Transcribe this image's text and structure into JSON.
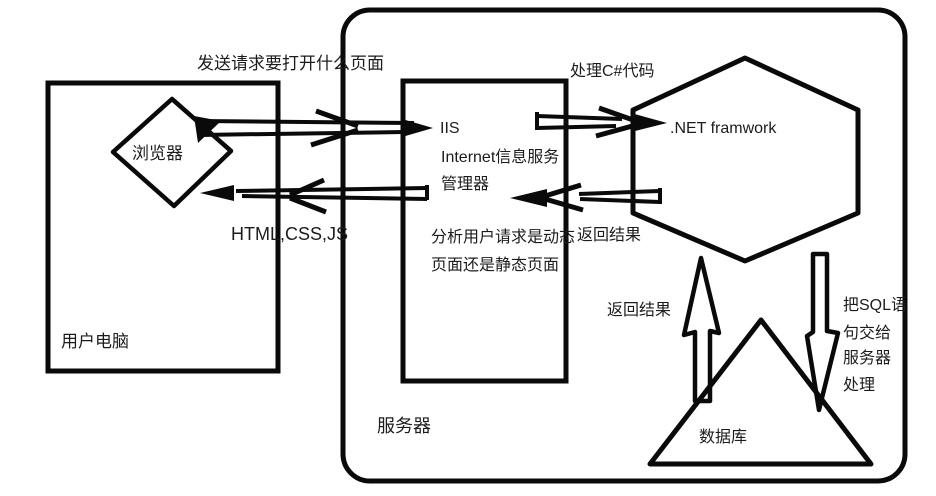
{
  "diagram": {
    "colors": {
      "line": "#0a0a0a",
      "text": "#1c1c1c",
      "background": "#ffffff"
    },
    "nodes": {
      "user_computer": {
        "label": "用户电脑"
      },
      "browser": {
        "label": "浏览器"
      },
      "server": {
        "label": "服务器"
      },
      "iis": {
        "line1": "IIS",
        "line2": "Internet信息服务",
        "line3": "管理器"
      },
      "net_framework": {
        "label": ".NET framwork"
      },
      "database": {
        "label": "数据库"
      }
    },
    "annotations": {
      "send_request": "发送请求要打开什么页面",
      "html_css_js": "HTML,CSS,JS",
      "process_csharp": "处理C#代码",
      "analyze_line1": "分析用户请求是动态",
      "analyze_line2": "页面还是静态页面",
      "return_result_top": "返回结果",
      "return_result_db": "返回结果",
      "sql_line1": "把SQL语",
      "sql_line2": "句交给",
      "sql_line3": "服务器",
      "sql_line4": "处理"
    }
  }
}
